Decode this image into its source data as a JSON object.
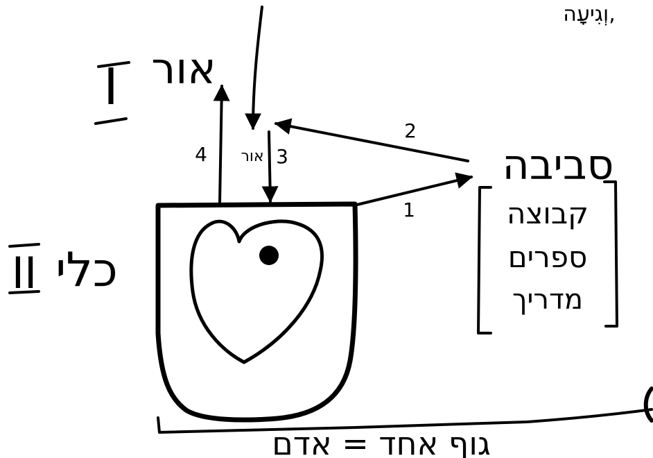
{
  "top_right_text": "וְגִיעָה,",
  "light": {
    "label": "אור",
    "roman": "I"
  },
  "vessel": {
    "label": "כלי",
    "roman": "II"
  },
  "environment": {
    "label": "סביבה",
    "list": [
      "קבוצה",
      "ספרים",
      "מדריך"
    ]
  },
  "arrows": {
    "a1": "1",
    "a2": "2",
    "a3": "3",
    "a4": "4",
    "a3_label": "אור"
  },
  "bottom": {
    "caption": "גוף אחד = אדם"
  }
}
